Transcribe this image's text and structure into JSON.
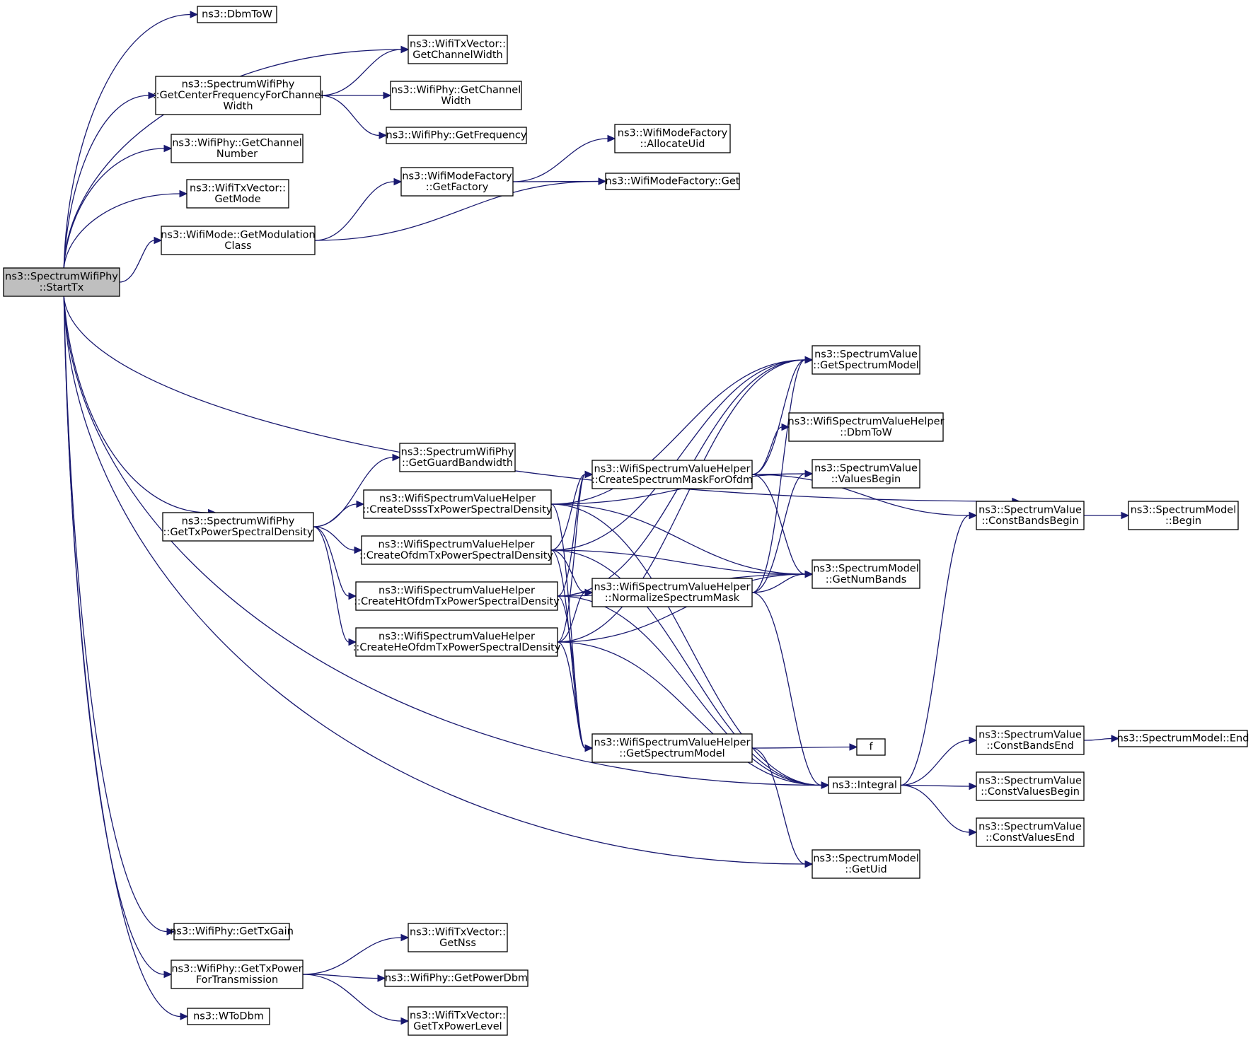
{
  "graph": {
    "edge_color": "#191970",
    "root_fill": "#bfbfbf",
    "nodes": [
      {
        "id": "startTx",
        "lines": [
          "ns3::SpectrumWifiPhy",
          "::StartTx"
        ],
        "root": true
      },
      {
        "id": "dbmToW",
        "lines": [
          "ns3::DbmToW"
        ]
      },
      {
        "id": "getChannelWidthTx",
        "lines": [
          "ns3::WifiTxVector::",
          "GetChannelWidth"
        ]
      },
      {
        "id": "getCenterFreq",
        "lines": [
          "ns3::SpectrumWifiPhy",
          "::GetCenterFrequencyForChannel",
          "Width"
        ]
      },
      {
        "id": "phyGetChannelWidth",
        "lines": [
          "ns3::WifiPhy::GetChannel",
          "Width"
        ]
      },
      {
        "id": "phyGetFrequency",
        "lines": [
          "ns3::WifiPhy::GetFrequency"
        ]
      },
      {
        "id": "phyGetChannelNumber",
        "lines": [
          "ns3::WifiPhy::GetChannel",
          "Number"
        ]
      },
      {
        "id": "allocateUid",
        "lines": [
          "ns3::WifiModeFactory",
          "::AllocateUid"
        ]
      },
      {
        "id": "getFactory",
        "lines": [
          "ns3::WifiModeFactory",
          "::GetFactory"
        ]
      },
      {
        "id": "modeFactoryGet",
        "lines": [
          "ns3::WifiModeFactory::Get"
        ]
      },
      {
        "id": "txVectorGetMode",
        "lines": [
          "ns3::WifiTxVector::",
          "GetMode"
        ]
      },
      {
        "id": "getModulationClass",
        "lines": [
          "ns3::WifiMode::GetModulation",
          "Class"
        ]
      },
      {
        "id": "svGetSpectrumModel",
        "lines": [
          "ns3::SpectrumValue",
          "::GetSpectrumModel"
        ]
      },
      {
        "id": "helperDbmToW",
        "lines": [
          "ns3::WifiSpectrumValueHelper",
          "::DbmToW"
        ]
      },
      {
        "id": "getGuardBandwidth",
        "lines": [
          "ns3::SpectrumWifiPhy",
          "::GetGuardBandwidth"
        ]
      },
      {
        "id": "createMaskOfdm",
        "lines": [
          "ns3::WifiSpectrumValueHelper",
          "::CreateSpectrumMaskForOfdm"
        ]
      },
      {
        "id": "valuesBegin",
        "lines": [
          "ns3::SpectrumValue",
          "::ValuesBegin"
        ]
      },
      {
        "id": "createDsss",
        "lines": [
          "ns3::WifiSpectrumValueHelper",
          "::CreateDsssTxPowerSpectralDensity"
        ]
      },
      {
        "id": "getTxPsd",
        "lines": [
          "ns3::SpectrumWifiPhy",
          "::GetTxPowerSpectralDensity"
        ]
      },
      {
        "id": "constBandsBegin",
        "lines": [
          "ns3::SpectrumValue",
          "::ConstBandsBegin"
        ]
      },
      {
        "id": "modelBegin",
        "lines": [
          "ns3::SpectrumModel",
          "::Begin"
        ]
      },
      {
        "id": "createOfdm",
        "lines": [
          "ns3::WifiSpectrumValueHelper",
          "::CreateOfdmTxPowerSpectralDensity"
        ]
      },
      {
        "id": "getNumBands",
        "lines": [
          "ns3::SpectrumModel",
          "::GetNumBands"
        ]
      },
      {
        "id": "createHtOfdm",
        "lines": [
          "ns3::WifiSpectrumValueHelper",
          "::CreateHtOfdmTxPowerSpectralDensity"
        ]
      },
      {
        "id": "normalizeMask",
        "lines": [
          "ns3::WifiSpectrumValueHelper",
          "::NormalizeSpectrumMask"
        ]
      },
      {
        "id": "createHeOfdm",
        "lines": [
          "ns3::WifiSpectrumValueHelper",
          "::CreateHeOfdmTxPowerSpectralDensity"
        ]
      },
      {
        "id": "constBandsEnd",
        "lines": [
          "ns3::SpectrumValue",
          "::ConstBandsEnd"
        ]
      },
      {
        "id": "modelEnd",
        "lines": [
          "ns3::SpectrumModel::End"
        ]
      },
      {
        "id": "helperGetSpectrumModel",
        "lines": [
          "ns3::WifiSpectrumValueHelper",
          "::GetSpectrumModel"
        ]
      },
      {
        "id": "f",
        "lines": [
          "f"
        ]
      },
      {
        "id": "integral",
        "lines": [
          "ns3::Integral"
        ]
      },
      {
        "id": "constValuesBegin",
        "lines": [
          "ns3::SpectrumValue",
          "::ConstValuesBegin"
        ]
      },
      {
        "id": "constValuesEnd",
        "lines": [
          "ns3::SpectrumValue",
          "::ConstValuesEnd"
        ]
      },
      {
        "id": "modelGetUid",
        "lines": [
          "ns3::SpectrumModel",
          "::GetUid"
        ]
      },
      {
        "id": "getTxGain",
        "lines": [
          "ns3::WifiPhy::GetTxGain"
        ]
      },
      {
        "id": "getNss",
        "lines": [
          "ns3::WifiTxVector::",
          "GetNss"
        ]
      },
      {
        "id": "getTxPowerForTx",
        "lines": [
          "ns3::WifiPhy::GetTxPower",
          "ForTransmission"
        ]
      },
      {
        "id": "getPowerDbm",
        "lines": [
          "ns3::WifiPhy::GetPowerDbm"
        ]
      },
      {
        "id": "wToDbm",
        "lines": [
          "ns3::WToDbm"
        ]
      },
      {
        "id": "getTxPowerLevel",
        "lines": [
          "ns3::WifiTxVector::",
          "GetTxPowerLevel"
        ]
      }
    ],
    "edges": [
      [
        "startTx",
        "dbmToW"
      ],
      [
        "startTx",
        "getChannelWidthTx"
      ],
      [
        "startTx",
        "getCenterFreq"
      ],
      [
        "startTx",
        "phyGetChannelNumber"
      ],
      [
        "startTx",
        "txVectorGetMode"
      ],
      [
        "startTx",
        "getModulationClass"
      ],
      [
        "startTx",
        "constBandsBegin"
      ],
      [
        "startTx",
        "getTxPsd"
      ],
      [
        "startTx",
        "integral"
      ],
      [
        "startTx",
        "modelGetUid"
      ],
      [
        "startTx",
        "getTxGain"
      ],
      [
        "startTx",
        "getTxPowerForTx"
      ],
      [
        "startTx",
        "wToDbm"
      ],
      [
        "getCenterFreq",
        "getChannelWidthTx"
      ],
      [
        "getCenterFreq",
        "phyGetChannelWidth"
      ],
      [
        "getCenterFreq",
        "phyGetFrequency"
      ],
      [
        "getModulationClass",
        "getFactory"
      ],
      [
        "getModulationClass",
        "modeFactoryGet"
      ],
      [
        "getFactory",
        "allocateUid"
      ],
      [
        "getFactory",
        "modeFactoryGet"
      ],
      [
        "getTxPsd",
        "getGuardBandwidth"
      ],
      [
        "getTxPsd",
        "createDsss"
      ],
      [
        "getTxPsd",
        "createOfdm"
      ],
      [
        "getTxPsd",
        "createHtOfdm"
      ],
      [
        "getTxPsd",
        "createHeOfdm"
      ],
      [
        "createDsss",
        "svGetSpectrumModel"
      ],
      [
        "createDsss",
        "valuesBegin"
      ],
      [
        "createDsss",
        "getNumBands"
      ],
      [
        "createDsss",
        "helperGetSpectrumModel"
      ],
      [
        "createDsss",
        "integral"
      ],
      [
        "createOfdm",
        "svGetSpectrumModel"
      ],
      [
        "createOfdm",
        "createMaskOfdm"
      ],
      [
        "createOfdm",
        "getNumBands"
      ],
      [
        "createOfdm",
        "normalizeMask"
      ],
      [
        "createOfdm",
        "helperGetSpectrumModel"
      ],
      [
        "createOfdm",
        "integral"
      ],
      [
        "createHtOfdm",
        "svGetSpectrumModel"
      ],
      [
        "createHtOfdm",
        "createMaskOfdm"
      ],
      [
        "createHtOfdm",
        "normalizeMask"
      ],
      [
        "createHtOfdm",
        "getNumBands"
      ],
      [
        "createHtOfdm",
        "helperGetSpectrumModel"
      ],
      [
        "createHtOfdm",
        "integral"
      ],
      [
        "createHeOfdm",
        "svGetSpectrumModel"
      ],
      [
        "createHeOfdm",
        "createMaskOfdm"
      ],
      [
        "createHeOfdm",
        "normalizeMask"
      ],
      [
        "createHeOfdm",
        "getNumBands"
      ],
      [
        "createHeOfdm",
        "helperGetSpectrumModel"
      ],
      [
        "createHeOfdm",
        "integral"
      ],
      [
        "createMaskOfdm",
        "svGetSpectrumModel"
      ],
      [
        "createMaskOfdm",
        "helperDbmToW"
      ],
      [
        "createMaskOfdm",
        "valuesBegin"
      ],
      [
        "createMaskOfdm",
        "constBandsBegin"
      ],
      [
        "createMaskOfdm",
        "getNumBands"
      ],
      [
        "normalizeMask",
        "svGetSpectrumModel"
      ],
      [
        "normalizeMask",
        "valuesBegin"
      ],
      [
        "normalizeMask",
        "getNumBands"
      ],
      [
        "normalizeMask",
        "integral"
      ],
      [
        "constBandsBegin",
        "modelBegin"
      ],
      [
        "helperGetSpectrumModel",
        "f"
      ],
      [
        "helperGetSpectrumModel",
        "modelGetUid"
      ],
      [
        "integral",
        "constBandsBegin"
      ],
      [
        "integral",
        "constBandsEnd"
      ],
      [
        "integral",
        "constValuesBegin"
      ],
      [
        "integral",
        "constValuesEnd"
      ],
      [
        "constBandsEnd",
        "modelEnd"
      ],
      [
        "getTxPowerForTx",
        "getNss"
      ],
      [
        "getTxPowerForTx",
        "getPowerDbm"
      ],
      [
        "getTxPowerForTx",
        "getTxPowerLevel"
      ]
    ]
  }
}
